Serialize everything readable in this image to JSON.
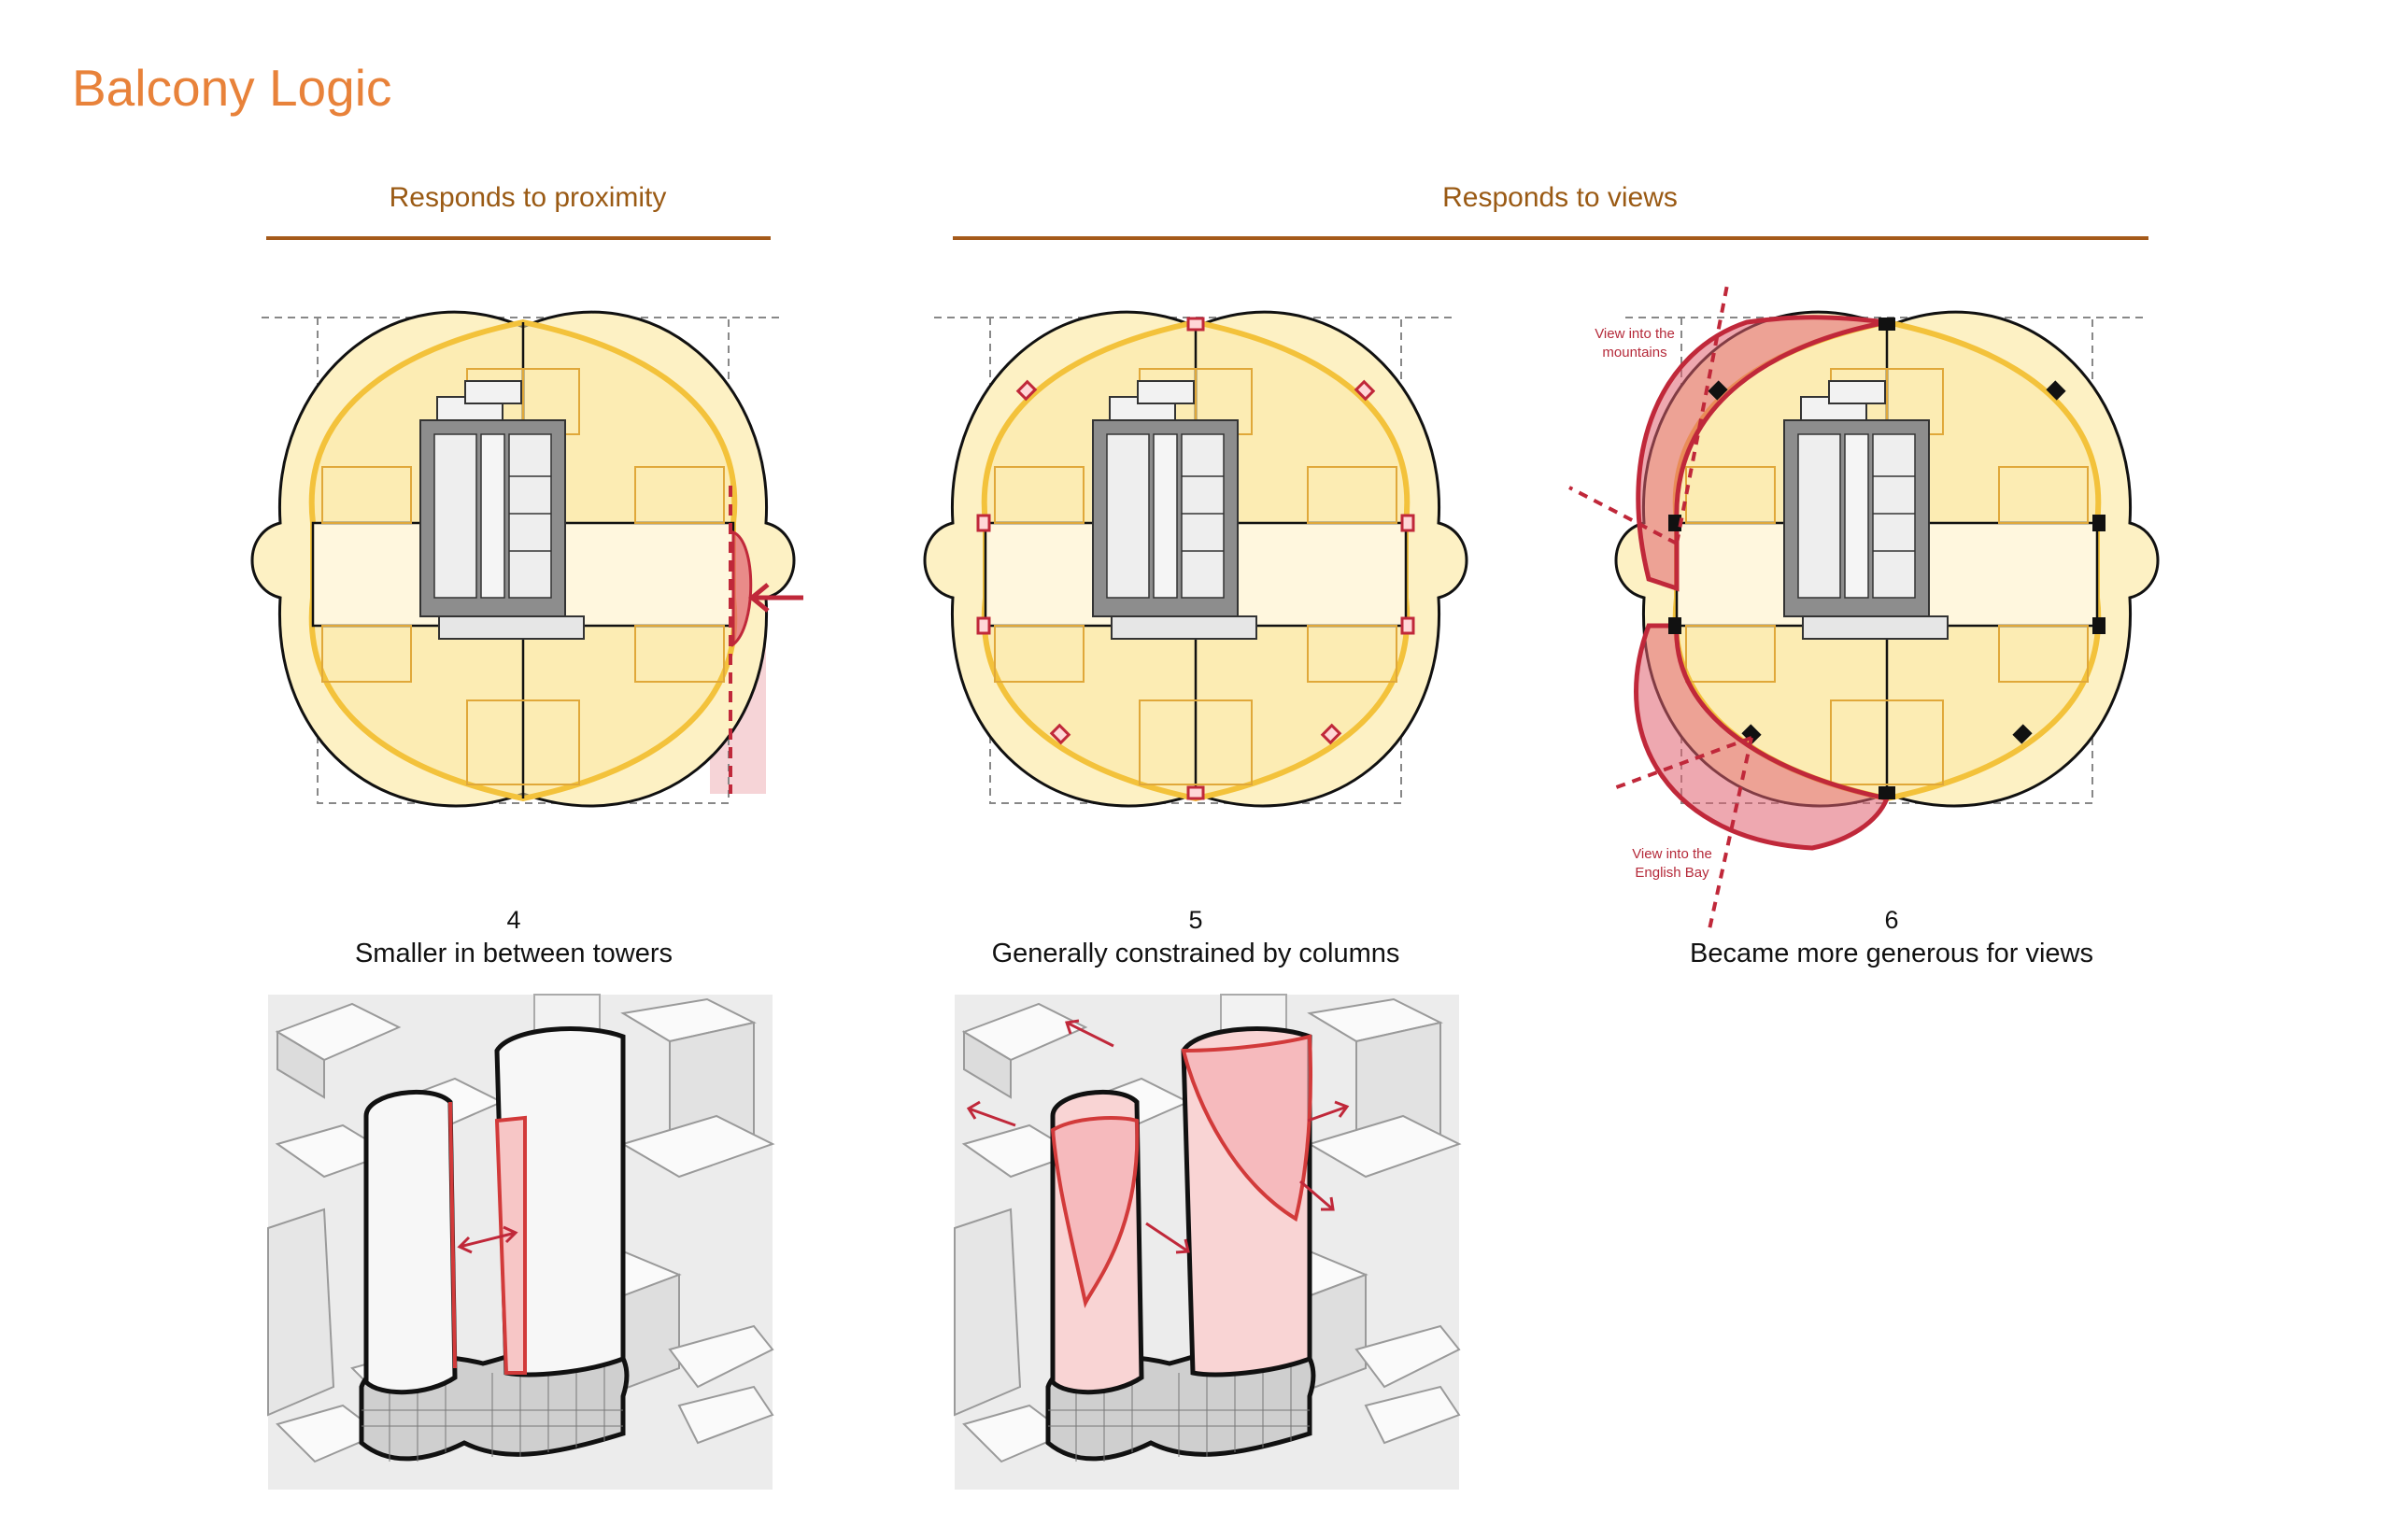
{
  "page": {
    "title": "Balcony Logic"
  },
  "groups": [
    {
      "title": "Responds to proximity"
    },
    {
      "title": "Responds to views"
    }
  ],
  "panels": [
    {
      "number": "4",
      "caption": "Smaller in between towers"
    },
    {
      "number": "5",
      "caption": "Generally constrained by columns"
    },
    {
      "number": "6",
      "caption": "Became more generous for views"
    }
  ],
  "annotations": {
    "mountains": [
      "View into the",
      "mountains"
    ],
    "bay": [
      "View into the",
      "English Bay"
    ]
  },
  "colors": {
    "title": "#e8823a",
    "header": "#9a5a14",
    "rule": "#a55a1a",
    "balcony_fill": "#fdf1c4",
    "balcony_stroke": "#f3c23b",
    "highlight": "#c0283a"
  }
}
